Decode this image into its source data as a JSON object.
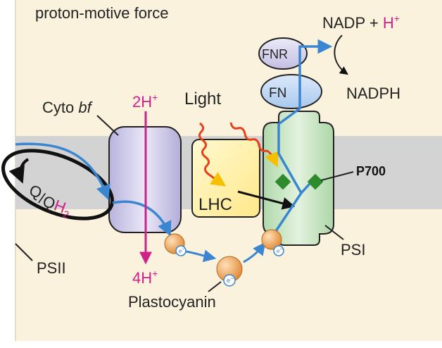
{
  "labels": {
    "header": "proton-motive force",
    "nadp": "NADP",
    "nadp_plus": " + ",
    "h_plus": "H",
    "sup_plus": "+",
    "fnr": "FNR",
    "fn": "FN",
    "nadph": "NADPH",
    "cyto": "Cyto ",
    "bf": "bf",
    "two_h": "2H",
    "light": "Light",
    "p700": "P700",
    "q": "Q",
    "slash": "/",
    "q2": "Q",
    "h2": "H",
    "sub2": "2",
    "lhc": "LHC",
    "psi": "PSI",
    "psii": "PSII",
    "four_h": "4H",
    "e": "e",
    "e_minus": "−",
    "plastocyanin": "Plastocyanin"
  },
  "colors": {
    "background": "#fbf2dd",
    "membrane": "#d3d3d3",
    "cyto_fill": "#c3bfe2",
    "lhc_fill": "#fff3a9",
    "psi_fill": "#c5e3c0",
    "fnr_fill": "#d7d3ee",
    "fn_fill": "#b7d3f1",
    "electron_path": "#3a86d0",
    "proton": "#d0208a",
    "light_arrow": "#e8a020",
    "p700": "#2d8a2d",
    "plastocyanin_fill": "#f0a250"
  }
}
